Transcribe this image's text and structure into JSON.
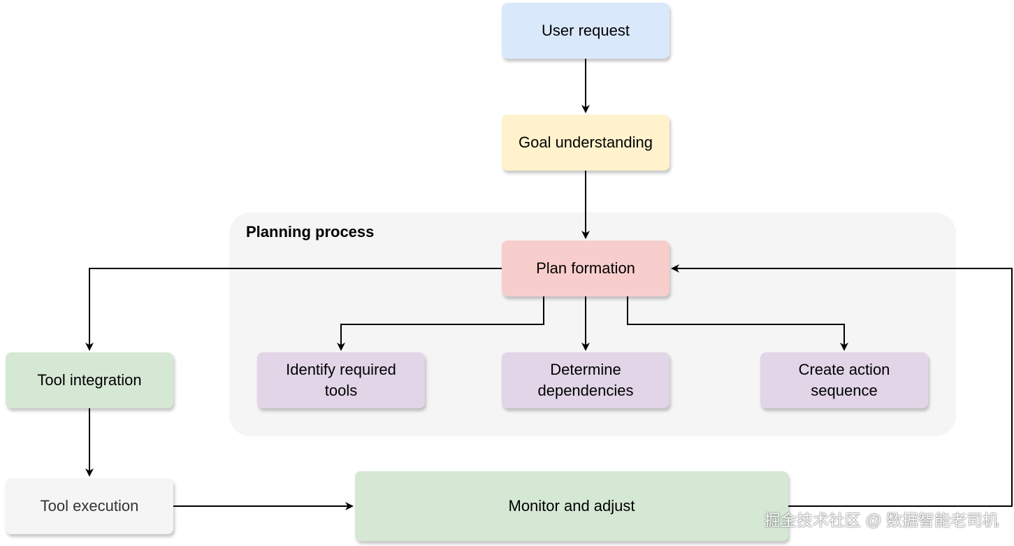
{
  "diagram": {
    "group": {
      "label": "Planning process",
      "background": "#f5f5f5"
    },
    "nodes": {
      "user_request": {
        "label": "User request",
        "color": "#dae8fc"
      },
      "goal_understanding": {
        "label": "Goal understanding",
        "color": "#fff2cc"
      },
      "plan_formation": {
        "label": "Plan formation",
        "color": "#f8cecc"
      },
      "identify_tools": {
        "lines": [
          "Identify required",
          "tools"
        ],
        "color": "#e1d5e7"
      },
      "determine_dependencies": {
        "lines": [
          "Determine",
          "dependencies"
        ],
        "color": "#e1d5e7"
      },
      "create_action_sequence": {
        "lines": [
          "Create action",
          "sequence"
        ],
        "color": "#e1d5e7"
      },
      "tool_integration": {
        "label": "Tool integration",
        "color": "#d5e8d4"
      },
      "tool_execution": {
        "label": "Tool execution",
        "color": "#f5f5f5"
      },
      "monitor_adjust": {
        "label": "Monitor and adjust",
        "color": "#d5e8d4"
      }
    },
    "edges": [
      {
        "from": "User request",
        "to": "Goal understanding"
      },
      {
        "from": "Goal understanding",
        "to": "Plan formation"
      },
      {
        "from": "Plan formation",
        "to": "Identify required tools"
      },
      {
        "from": "Plan formation",
        "to": "Determine dependencies"
      },
      {
        "from": "Plan formation",
        "to": "Create action sequence"
      },
      {
        "from": "Plan formation",
        "to": "Tool integration"
      },
      {
        "from": "Tool integration",
        "to": "Tool execution"
      },
      {
        "from": "Tool execution",
        "to": "Monitor and adjust"
      },
      {
        "from": "Monitor and adjust",
        "to": "Plan formation"
      }
    ],
    "edge_color": "#000000"
  },
  "watermark": "掘金技术社区 @ 数据智能老司机"
}
